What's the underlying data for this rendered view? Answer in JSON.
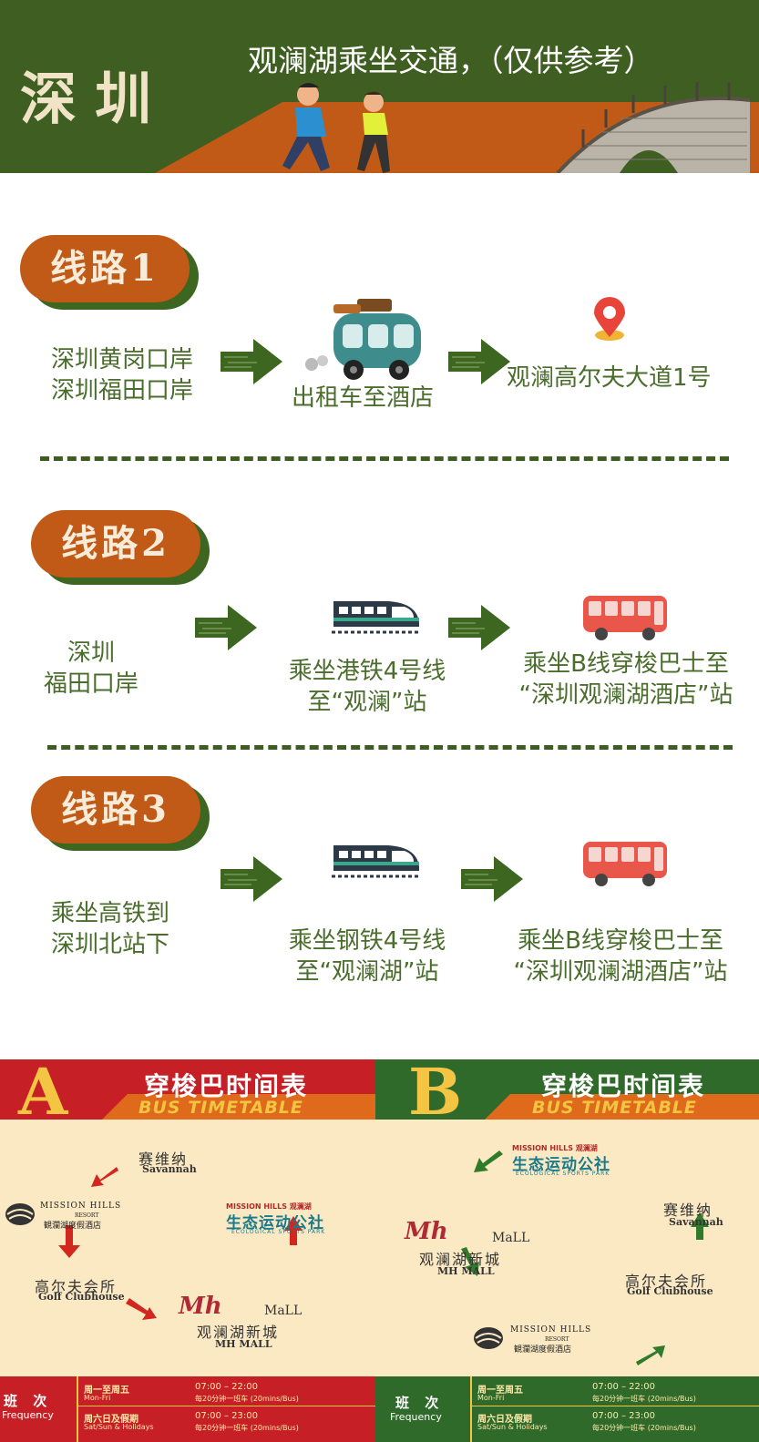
{
  "header": {
    "city": "深圳",
    "headline": "观澜湖乘坐交通，（仅供参考）"
  },
  "colors": {
    "header_green": "#3f5e22",
    "header_orange": "#c15a16",
    "text_green": "#4a6d2c",
    "timetable_red": "#c62026",
    "timetable_green": "#2f6a2b"
  },
  "routes": [
    {
      "label": "线路1",
      "origin": [
        "深圳黄岗口岸",
        "深圳福田口岸"
      ],
      "step": [
        "出租车至酒店"
      ],
      "destination": [
        "观澜高尔夫大道1号"
      ],
      "step_icon": "taxi-van-icon",
      "destination_icon": "location-pin-icon"
    },
    {
      "label": "线路2",
      "origin": [
        "深圳",
        "福田口岸"
      ],
      "step": [
        "乘坐港铁4号线",
        "至“观澜”站"
      ],
      "destination": [
        "乘坐B线穿梭巴士至",
        "“深圳观澜湖酒店”站"
      ],
      "step_icon": "train-icon",
      "destination_icon": "bus-icon"
    },
    {
      "label": "线路3",
      "origin": [
        "乘坐高铁到",
        "深圳北站下"
      ],
      "step": [
        "乘坐钢铁4号线",
        "至“观澜湖”站"
      ],
      "destination": [
        "乘坐B线穿梭巴士至",
        "“深圳观澜湖酒店”站"
      ],
      "step_icon": "train-icon",
      "destination_icon": "bus-icon"
    }
  ],
  "timetable": {
    "A": {
      "letter": "A",
      "title_cn": "穿梭巴时间表",
      "title_en": "BUS TIMETABLE",
      "stops": {
        "savannah_cn": "赛维纳",
        "savannah_en": "Savannah",
        "resort_name": "MISSION HILLS",
        "resort_sub": "RESORT",
        "resort_cn": "観瀾湖度假酒店",
        "clubhouse_cn": "高尔夫会所",
        "clubhouse_en": "Golf Clubhouse",
        "eco_top": "MISSION HILLS 观澜湖",
        "eco_cn": "生态运动公社",
        "eco_en": "ECOLOGICAL SPORTS PARK",
        "mall_logo": "Mh",
        "mall_word": "MaLL",
        "mall_cn": "观澜湖新城",
        "mall_en": "MH MALL"
      },
      "frequency": {
        "label_cn": "班 次",
        "label_en": "Frequency",
        "rows": [
          {
            "days_cn": "周一至周五",
            "days_en": "Mon-Fri",
            "time": "07:00 – 22:00",
            "interval": "每20分钟一班车 (20mins/Bus)"
          },
          {
            "days_cn": "周六日及假期",
            "days_en": "Sat/Sun & Holidays",
            "time": "07:00 – 23:00",
            "interval": "每20分钟一班车 (20mins/Bus)"
          }
        ]
      }
    },
    "B": {
      "letter": "B",
      "title_cn": "穿梭巴时间表",
      "title_en": "BUS TIMETABLE",
      "stops": {
        "savannah_cn": "赛维纳",
        "savannah_en": "Savannah",
        "resort_name": "MISSION HILLS",
        "resort_sub": "RESORT",
        "resort_cn": "観瀾湖度假酒店",
        "clubhouse_cn": "高尔夫会所",
        "clubhouse_en": "Golf Clubhouse",
        "eco_top": "MISSION HILLS 观澜湖",
        "eco_cn": "生态运动公社",
        "eco_en": "ECOLOGICAL SPORTS PARK",
        "mall_logo": "Mh",
        "mall_word": "MaLL",
        "mall_cn": "观澜湖新城",
        "mall_en": "MH MALL"
      },
      "frequency": {
        "label_cn": "班 次",
        "label_en": "Frequency",
        "rows": [
          {
            "days_cn": "周一至周五",
            "days_en": "Mon-Fri",
            "time": "07:00 – 22:00",
            "interval": "每20分钟一班车 (20mins/Bus)"
          },
          {
            "days_cn": "周六日及假期",
            "days_en": "Sat/Sun & Holidays",
            "time": "07:00 – 23:00",
            "interval": "每20分钟一班车 (20mins/Bus)"
          }
        ]
      }
    }
  }
}
